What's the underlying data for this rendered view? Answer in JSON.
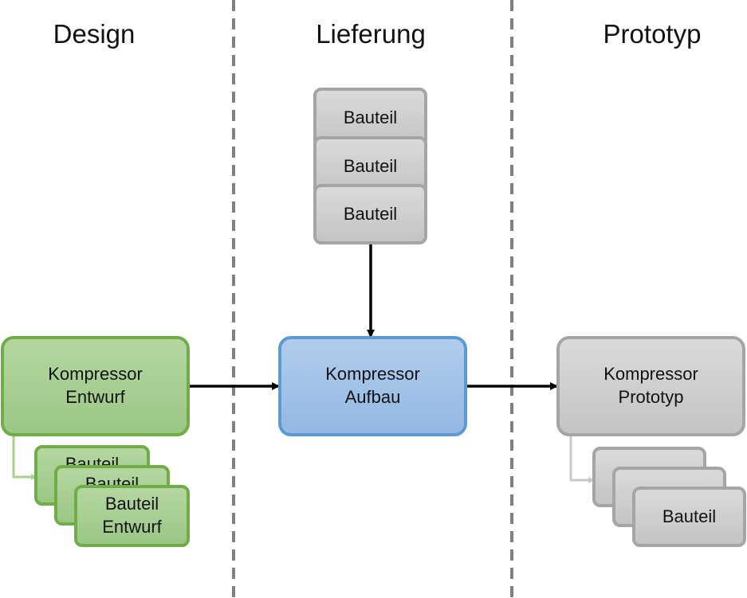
{
  "columns": {
    "design": "Design",
    "lieferung": "Lieferung",
    "prototyp": "Prototyp"
  },
  "design": {
    "main_line1": "Kompressor",
    "main_line2": "Entwurf",
    "part_back1": "Bauteil",
    "part_back2": "Bauteil",
    "part_front_line1": "Bauteil",
    "part_front_line2": "Entwurf"
  },
  "lieferung": {
    "parts": [
      "Bauteil",
      "Bauteil",
      "Bauteil"
    ],
    "main_line1": "Kompressor",
    "main_line2": "Aufbau"
  },
  "prototyp": {
    "main_line1": "Kompressor",
    "main_line2": "Prototyp",
    "part_front": "Bauteil"
  },
  "colors": {
    "green_border": "#70ad47",
    "green_fill": "#a9d18e",
    "blue_border": "#5b9bd5",
    "blue_fill": "#a4c2f4",
    "grey_border": "#a5a5a5",
    "grey_fill": "#d0d0d0",
    "divider": "#7f7f7f",
    "arrow": "#000000"
  }
}
